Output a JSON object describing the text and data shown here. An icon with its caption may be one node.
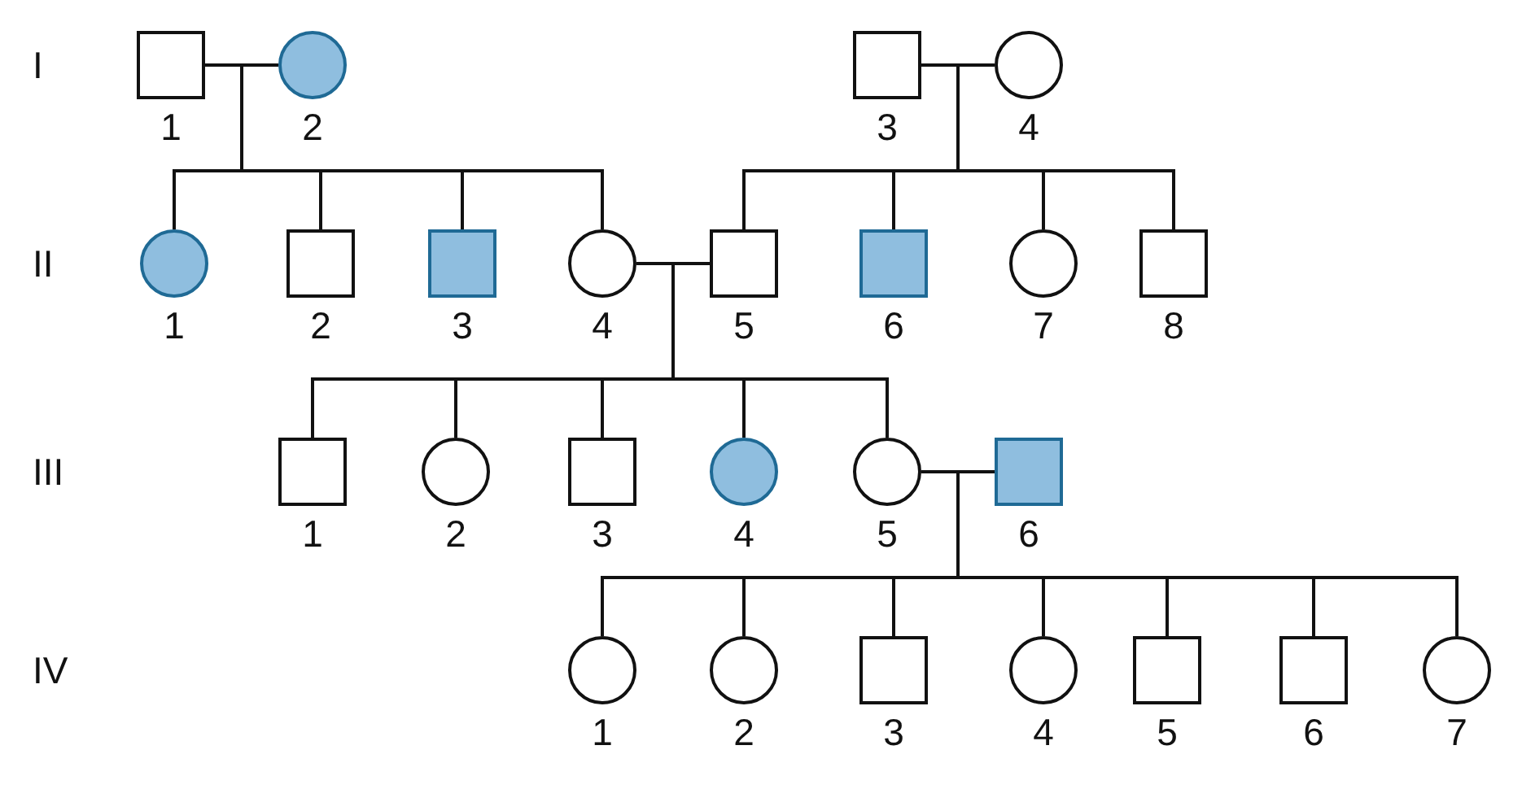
{
  "diagram": {
    "nodes": [
      {
        "text": [],
        "shape": "box",
        "beside": [
          "1"
        ]
      },
      {
        "text": [],
        "shape": "circle",
        "beside": [
          "2"
        ]
      },
      {
        "text": [],
        "shape": "box",
        "beside": [
          "3"
        ]
      },
      {
        "text": [],
        "shape": "circle",
        "beside": [
          "4"
        ]
      },
      {
        "text": [],
        "shape": "circle",
        "beside": [
          "1"
        ]
      },
      {
        "text": [],
        "shape": "box",
        "beside": [
          "2"
        ]
      },
      {
        "text": [],
        "shape": "box",
        "beside": [
          "3"
        ]
      },
      {
        "text": [],
        "shape": "circle",
        "beside": [
          "4"
        ]
      },
      {
        "text": [],
        "shape": "box",
        "beside": [
          "5"
        ]
      },
      {
        "text": [],
        "shape": "box",
        "beside": [
          "6"
        ]
      },
      {
        "text": [],
        "shape": "circle",
        "beside": [
          "7"
        ]
      },
      {
        "text": [],
        "shape": "box",
        "beside": [
          "8"
        ]
      },
      {
        "text": [],
        "shape": "box",
        "beside": [
          "1"
        ]
      },
      {
        "text": [],
        "shape": "circle",
        "beside": [
          "2"
        ]
      },
      {
        "text": [],
        "shape": "box",
        "beside": [
          "3"
        ]
      },
      {
        "text": [],
        "shape": "circle",
        "beside": [
          "4"
        ]
      },
      {
        "text": [],
        "shape": "circle",
        "beside": [
          "5"
        ]
      },
      {
        "text": [],
        "shape": "box",
        "beside": [
          "6"
        ]
      },
      {
        "text": [],
        "shape": "circle",
        "beside": [
          "1"
        ]
      },
      {
        "text": [],
        "shape": "circle",
        "beside": [
          "2"
        ]
      },
      {
        "text": [],
        "shape": "box",
        "beside": [
          "3"
        ]
      },
      {
        "text": [],
        "shape": "circle",
        "beside": [
          "4"
        ]
      },
      {
        "text": [],
        "shape": "box",
        "beside": [
          "5"
        ]
      },
      {
        "text": [],
        "shape": "box",
        "beside": [
          "6"
        ]
      },
      {
        "text": [],
        "shape": "circle",
        "beside": [
          "7"
        ]
      }
    ],
    "edges": [
      {
        "from": 0,
        "to": 1,
        "arrow": "none"
      },
      {
        "from": 2,
        "to": 3,
        "arrow": "none"
      },
      {
        "from": 7,
        "to": 8,
        "arrow": "none"
      },
      {
        "from": 16,
        "to": 17,
        "arrow": "none"
      },
      {
        "from": 0,
        "to": 4,
        "arrow": "none"
      },
      {
        "from": 1,
        "to": 4,
        "arrow": "none"
      },
      {
        "from": 0,
        "to": 5,
        "arrow": "none"
      },
      {
        "from": 1,
        "to": 5,
        "arrow": "none"
      },
      {
        "from": 0,
        "to": 6,
        "arrow": "none"
      },
      {
        "from": 1,
        "to": 6,
        "arrow": "none"
      },
      {
        "from": 0,
        "to": 7,
        "arrow": "none"
      },
      {
        "from": 1,
        "to": 7,
        "arrow": "none"
      },
      {
        "from": 2,
        "to": 8,
        "arrow": "none"
      },
      {
        "from": 3,
        "to": 8,
        "arrow": "none"
      },
      {
        "from": 2,
        "to": 9,
        "arrow": "none"
      },
      {
        "from": 3,
        "to": 9,
        "arrow": "none"
      },
      {
        "from": 2,
        "to": 10,
        "arrow": "none"
      },
      {
        "from": 3,
        "to": 10,
        "arrow": "none"
      },
      {
        "from": 2,
        "to": 11,
        "arrow": "none"
      },
      {
        "from": 3,
        "to": 11,
        "arrow": "none"
      },
      {
        "from": 7,
        "to": 12,
        "arrow": "none"
      },
      {
        "from": 8,
        "to": 12,
        "arrow": "none"
      },
      {
        "from": 7,
        "to": 13,
        "arrow": "none"
      },
      {
        "from": 8,
        "to": 13,
        "arrow": "none"
      },
      {
        "from": 7,
        "to": 14,
        "arrow": "none"
      },
      {
        "from": 8,
        "to": 14,
        "arrow": "none"
      },
      {
        "from": 7,
        "to": 15,
        "arrow": "none"
      },
      {
        "from": 8,
        "to": 15,
        "arrow": "none"
      },
      {
        "from": 7,
        "to": 16,
        "arrow": "none"
      },
      {
        "from": 8,
        "to": 16,
        "arrow": "none"
      },
      {
        "from": 16,
        "to": 18,
        "arrow": "none"
      },
      {
        "from": 17,
        "to": 18,
        "arrow": "none"
      },
      {
        "from": 16,
        "to": 19,
        "arrow": "none"
      },
      {
        "from": 17,
        "to": 19,
        "arrow": "none"
      },
      {
        "from": 16,
        "to": 20,
        "arrow": "none"
      },
      {
        "from": 17,
        "to": 20,
        "arrow": "none"
      },
      {
        "from": 16,
        "to": 21,
        "arrow": "none"
      },
      {
        "from": 17,
        "to": 21,
        "arrow": "none"
      },
      {
        "from": 16,
        "to": 22,
        "arrow": "none"
      },
      {
        "from": 17,
        "to": 22,
        "arrow": "none"
      },
      {
        "from": 16,
        "to": 23,
        "arrow": "none"
      },
      {
        "from": 17,
        "to": 23,
        "arrow": "none"
      },
      {
        "from": 16,
        "to": 24,
        "arrow": "none"
      },
      {
        "from": 17,
        "to": 24,
        "arrow": "none"
      }
    ],
    "labels": [
      "I",
      "II",
      "III",
      "IV"
    ]
  }
}
